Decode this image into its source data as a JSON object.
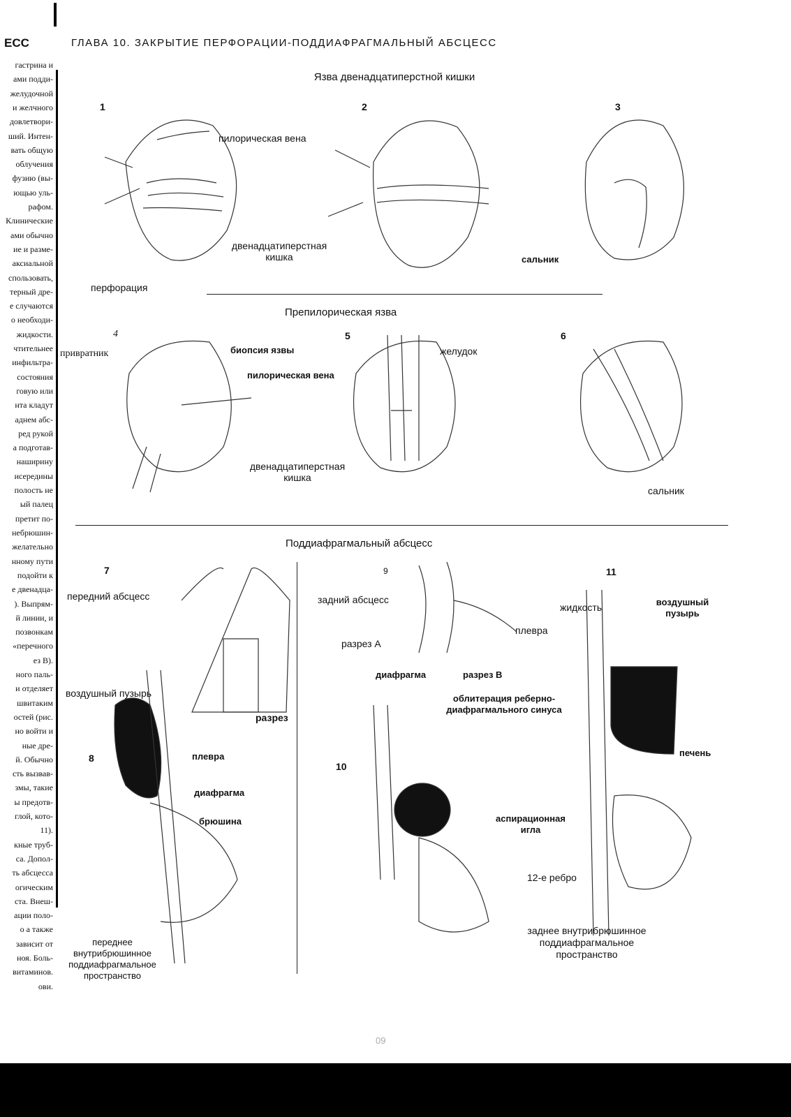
{
  "header": {
    "corner": "ЕСС",
    "chapter_title": "ГЛАВА 10. ЗАКРЫТИЕ ПЕРФОРАЦИИ-ПОДДИАФРАГМАЛЬНЫЙ АБСЦЕСС"
  },
  "margin_lines": [
    "гастрина и",
    "ами подди-",
    "желудочной",
    "и желчного",
    "довлетвори-",
    "ший. Интен-",
    "вать общую",
    "облучения",
    "фузию (вы-",
    "ющью уль-",
    "рафом.",
    "Клинические",
    "ами обычно",
    "ие и разме-",
    "аксиальной",
    "спользовать,",
    "терный дре-",
    "е случаются",
    "о необходи-",
    "жидкости.",
    "чтительнее",
    "инфильтра-",
    "состояния",
    "говую или",
    "нта кладут",
    "аднем абс-",
    "ред рукой",
    "а подготав-",
    "наширину",
    "исередины",
    "полость не",
    "ый палец",
    "претит по-",
    "небрюшин-",
    "желательно",
    "нному пути",
    "подойти к",
    "е двенадца-",
    "). Выпрям-",
    "й линии, и",
    "позвонкам",
    "«перечного",
    "ез B).",
    "ного паль-",
    "и отделяет",
    "швитаким",
    "остей (рис.",
    "но войти и",
    "ные дре-",
    "й. Обычно",
    "сть вызвав-",
    "змы, такие",
    "ы предотв-",
    "глой, кото-",
    "11).",
    "кные труб-",
    "са. Допол-",
    "ть абсцесса",
    "огическим",
    "ста. Внеш-",
    "ации поло-",
    "о а также",
    "зависит от",
    "ноя. Боль-",
    "витаминов.",
    "ови."
  ],
  "section1": {
    "title": "Язва двенадцатиперстной кишки",
    "panel_numbers": [
      "1",
      "2",
      "3"
    ],
    "labels": {
      "pyloric_vein": "пилорическая вена",
      "duodenum": "двенадцатиперстная кишка",
      "perforation": "перфорация",
      "omentum": "сальник"
    }
  },
  "section2": {
    "title": "Препилорическая язва",
    "panel_numbers": [
      "4",
      "5",
      "6"
    ],
    "labels": {
      "pylorus": "привратник",
      "ulcer_biopsy": "биопсия язвы",
      "pyloric_vein": "пилорическая вена",
      "stomach": "желудок",
      "duodenum": "двенадцатиперстная кишка",
      "omentum": "сальник"
    }
  },
  "section3": {
    "title": "Поддиафрагмальный абсцесс",
    "panel_numbers": [
      "7",
      "8",
      "9",
      "10",
      "11"
    ],
    "labels": {
      "anterior_abscess": "передний абсцесс",
      "air_bubble_7": "воздушный пузырь",
      "incision": "разрез",
      "pleura_8": "плевра",
      "diaphragm_8": "диафрагма",
      "peritoneum": "брюшина",
      "anterior_space": "переднее внутрибрюшинное поддиафрагмальное пространство",
      "posterior_abscess": "задний абсцесс",
      "incision_a": "разрез А",
      "pleura_9": "плевра",
      "diaphragm_9": "диафрагма",
      "incision_b": "разрез B",
      "obliteration": "облитерация реберно-диафрагмального синуса",
      "aspiration_needle": "аспирационная игла",
      "fluid": "жидкость",
      "air_bubble_11": "воздушный пузырь",
      "liver": "печень",
      "rib_12": "12-е ребро",
      "posterior_space": "заднее внутрибрюшинное поддиафрагмальное пространство"
    }
  },
  "page_number": "09"
}
